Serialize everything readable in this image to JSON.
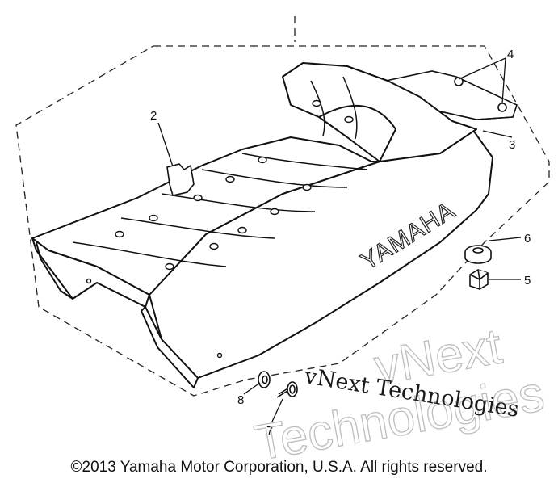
{
  "callouts": {
    "c1": "2",
    "c2": "4",
    "c3": "3",
    "c4": "6",
    "c5": "5",
    "c6": "8",
    "c7": "7"
  },
  "seat_logo": "YAMAHA",
  "watermark": {
    "small": "vNext Technologies",
    "big_top": "vNext",
    "big_bottom": "Technologies"
  },
  "copyright": "©2013 Yamaha Motor Corporation, U.S.A. All rights reserved."
}
